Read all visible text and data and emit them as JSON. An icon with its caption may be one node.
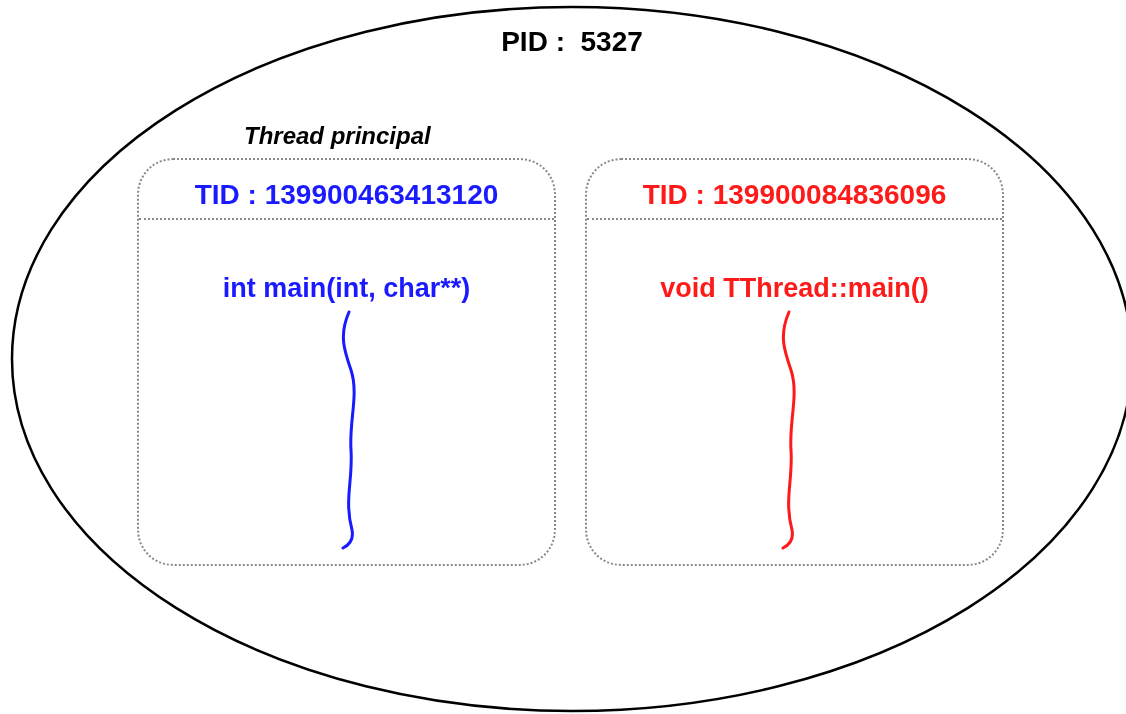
{
  "diagram": {
    "nodes": [
      {
        "text": [
          "PID :  5327"
        ]
      },
      {
        "text": [
          "TID : 139900463413120",
          "int main(int, char**)"
        ],
        "in": 0,
        "beside": [
          "Thread principal"
        ]
      },
      {
        "text": [
          "TID : 139900084836096",
          "void TThread::main()"
        ],
        "in": 0
      }
    ]
  }
}
